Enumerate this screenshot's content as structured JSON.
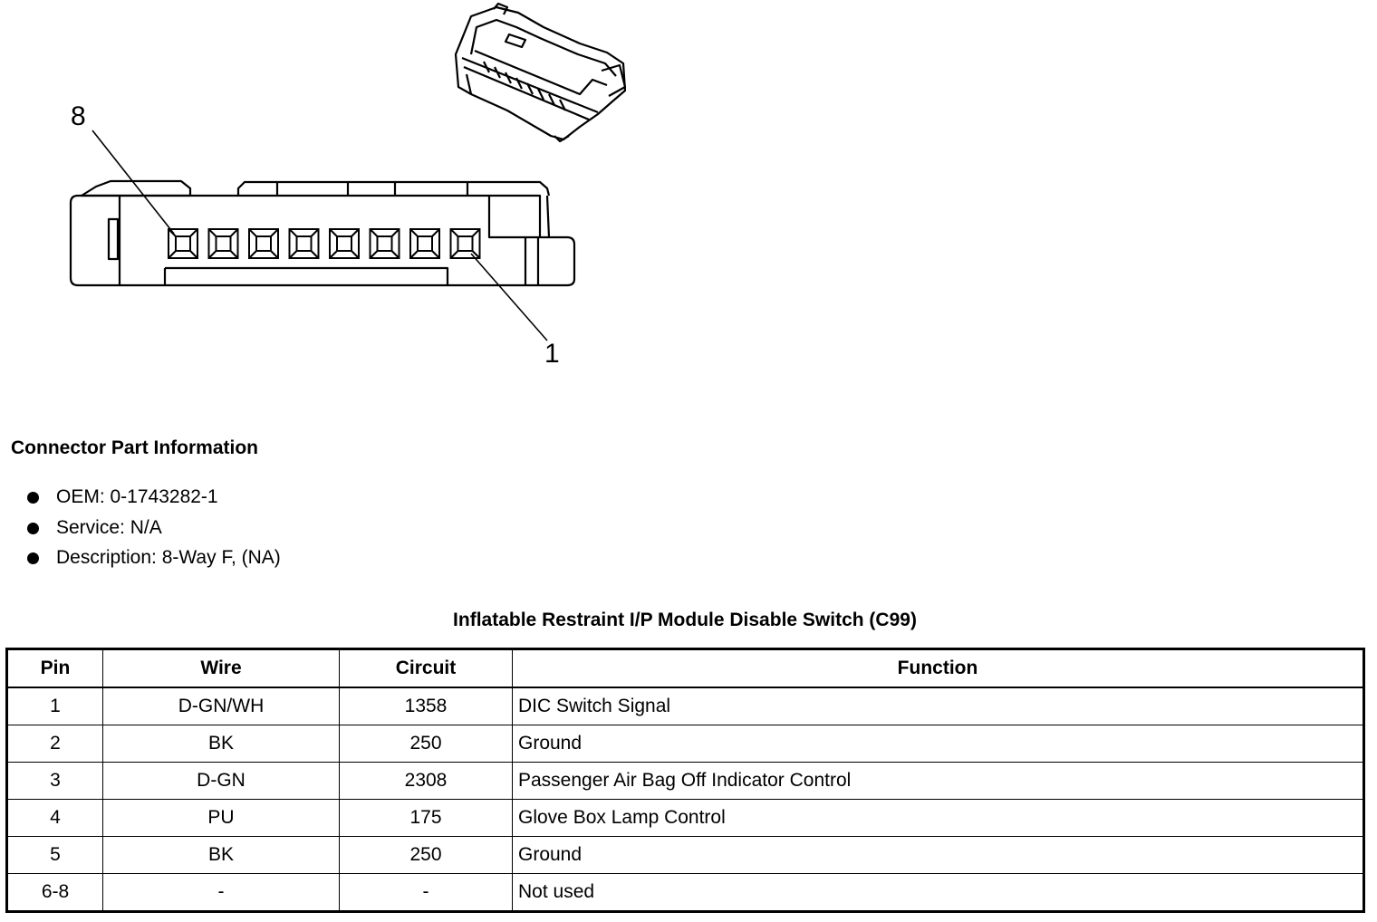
{
  "diagram": {
    "pin_label_left": "8",
    "pin_label_right": "1"
  },
  "connector_info": {
    "heading": "Connector Part Information",
    "items": [
      "OEM: 0-1743282-1",
      "Service: N/A",
      "Description: 8-Way F, (NA)"
    ]
  },
  "table": {
    "title": "Inflatable Restraint I/P Module Disable Switch (C99)",
    "headers": [
      "Pin",
      "Wire",
      "Circuit",
      "Function"
    ],
    "rows": [
      [
        "1",
        "D-GN/WH",
        "1358",
        "DIC Switch Signal"
      ],
      [
        "2",
        "BK",
        "250",
        "Ground"
      ],
      [
        "3",
        "D-GN",
        "2308",
        "Passenger Air Bag Off Indicator Control"
      ],
      [
        "4",
        "PU",
        "175",
        "Glove Box Lamp Control"
      ],
      [
        "5",
        "BK",
        "250",
        "Ground"
      ],
      [
        "6-8",
        "-",
        "-",
        "Not used"
      ]
    ]
  }
}
